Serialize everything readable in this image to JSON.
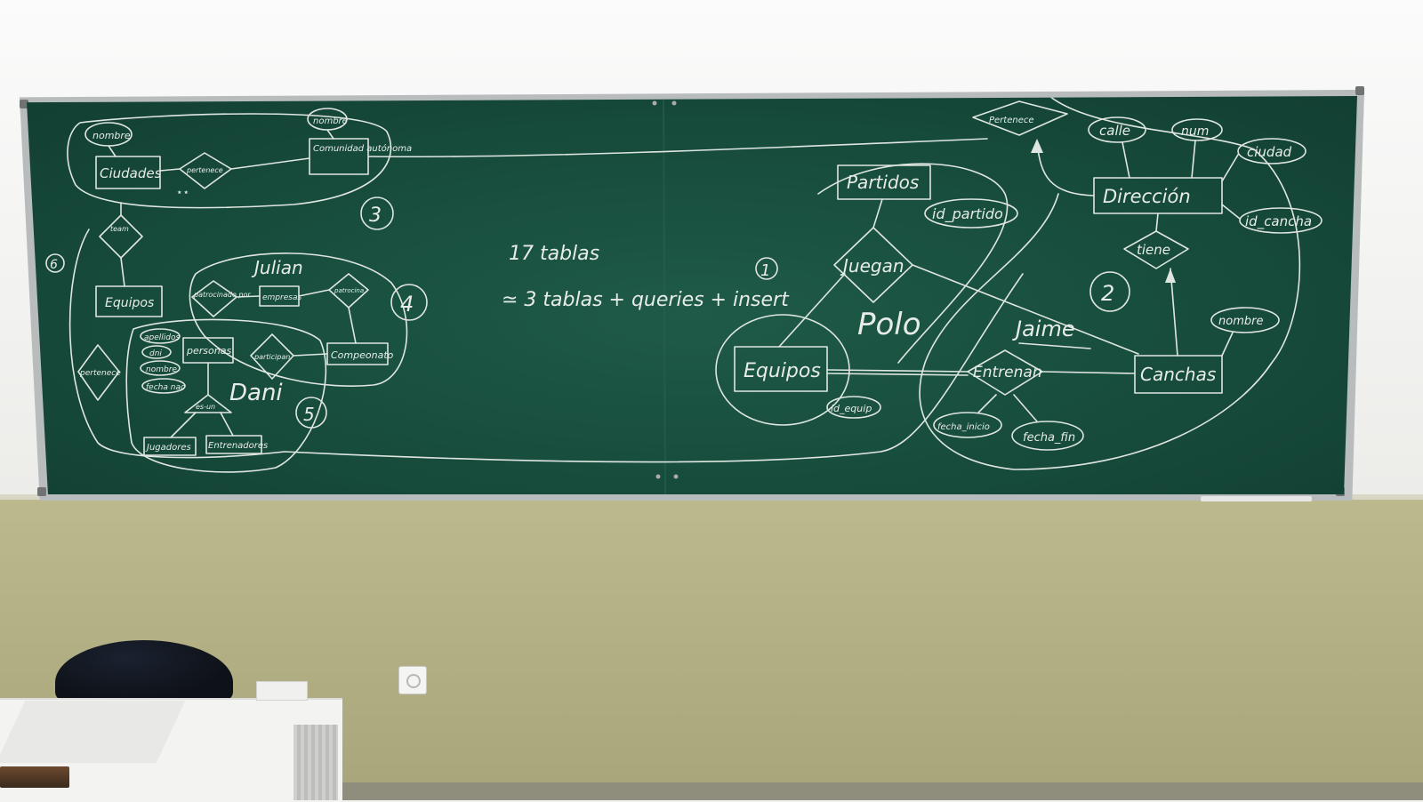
{
  "board": {
    "diagram_labels": {
      "equipos_left": "Equipos",
      "ciudades": "Ciudades",
      "pertenece_left": "pertenece",
      "comunidad_autonoma": "Comunidad autónoma",
      "nombre_top": "nombre",
      "nombre_ca": "nombre",
      "team_label": "team",
      "patrocinado_por": "patrocinado por",
      "empresas": "empresas",
      "patrocina": "patrocina",
      "compeonato": "Compeonato",
      "personas": "personas",
      "participan": "participan",
      "es_un": "es-un",
      "jugadores": "Jugadores",
      "entrenadores": "Entrenadores",
      "pertenece_mid": "pertenece",
      "apellidos": "apellidos",
      "dni": "dni",
      "nombre_p": "nombre",
      "fecha_nac": "fecha nac",
      "julian": "Julian",
      "dani": "Dani",
      "tablas_count": "17 tablas",
      "tablas_query": "≃ 3 tablas + queries + insert",
      "partidos": "Partidos",
      "id_partido": "id_partido",
      "juegan": "Juegan",
      "polo": "Polo",
      "equipos_right": "Equipos",
      "id_equipo": "id_equip",
      "entrenan": "Entrenan",
      "fecha_inicio": "fecha_inicio",
      "fecha_fin": "fecha_fin",
      "jaime": "Jaime",
      "canchas": "Canchas",
      "nombre_cancha": "nombre",
      "tiene": "tiene",
      "direccion": "Dirección",
      "pertenece_top": "Pertenece",
      "calle": "calle",
      "num": "num",
      "ciudad": "ciudad",
      "id_cancha": "id_cancha"
    },
    "group_numbers": {
      "g1": "1",
      "g2": "2",
      "g3": "3",
      "g4": "4",
      "g5": "5",
      "g6": "6"
    }
  },
  "colors": {
    "board": "#174c3c",
    "chalk": "#e7ece8",
    "wall_upper": "#f6f6f4",
    "wall_lower": "#b3af85"
  }
}
